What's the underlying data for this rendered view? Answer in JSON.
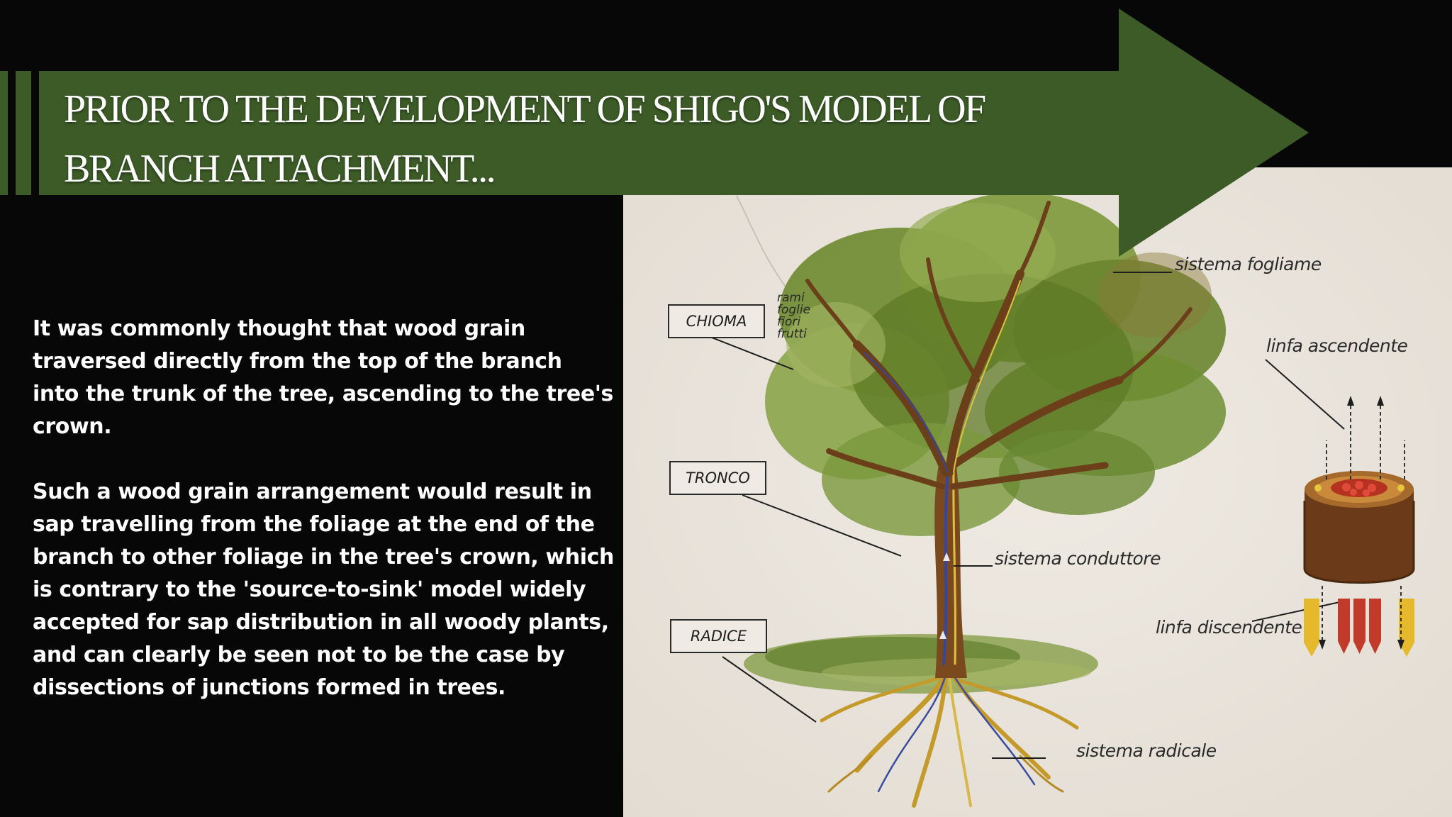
{
  "slide": {
    "title_lines": [
      "PRIOR TO THE DEVELOPMENT OF SHIGO'S MODEL OF",
      "BRANCH ATTACHMENT..."
    ],
    "paragraphs": [
      "It was commonly thought that wood grain traversed directly from the top of the branch into the trunk of the tree, ascending to the tree's crown.",
      "Such a wood grain arrangement would result in sap travelling from the foliage at the end of the branch to other foliage in the tree's crown, which is contrary to the 'source-to-sink' model widely accepted for sap distribution in all woody plants, and can clearly be seen not to be the case by dissections of junctions formed in trees."
    ]
  },
  "illustration": {
    "boxes": {
      "crown": "CHIOMA",
      "trunk": "TRONCO",
      "root": "RADICE"
    },
    "crown_parts": [
      "rami",
      "foglie",
      "fiori",
      "frutti"
    ],
    "labels": {
      "foliage_system": "sistema fogliame",
      "ascending_sap": "linfa ascendente",
      "conducting_system": "sistema conduttore",
      "descending_sap": "linfa discendente",
      "root_system": "sistema radicale"
    }
  },
  "colors": {
    "arrow_green": "#3c5b27",
    "background": "#070707",
    "paper": "#ebe6de"
  }
}
